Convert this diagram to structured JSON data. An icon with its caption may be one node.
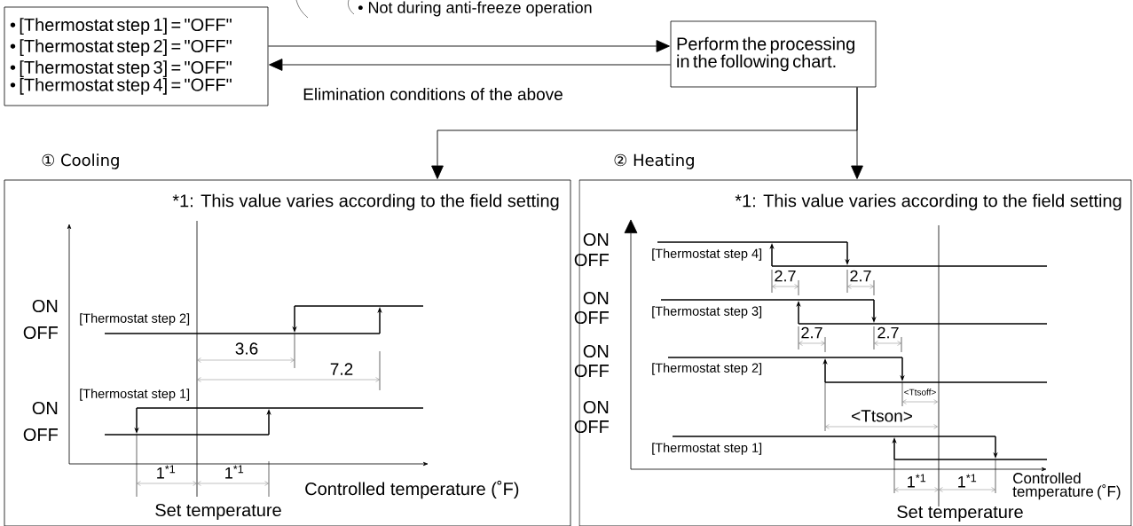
{
  "diagram": {
    "nodes": [
      {
        "text": [
          "• [Thermostat step 1] = \"OFF\"",
          "• [Thermostat step 2] = \"OFF\"",
          "• [Thermostat step 3] = \"OFF\"",
          "• [Thermostat step 4] = \"OFF\""
        ]
      },
      {
        "text": [
          "Perform the processing in the following chart."
        ]
      },
      {
        "text": [
          "① Cooling",
          "*1: This value varies according to the field setting"
        ]
      },
      {
        "text": [
          "② Heating",
          "*1: This value varies according to the field setting"
        ]
      }
    ],
    "edges": [
      {
        "from": 0,
        "to": 1,
        "arrow": "to"
      },
      {
        "from": 1,
        "to": 0,
        "arrow": "to",
        "label": "Elimination conditions of the above"
      },
      {
        "from": 1,
        "to": 2,
        "arrow": "to"
      },
      {
        "from": 1,
        "to": 3,
        "arrow": "to"
      }
    ],
    "labels": [
      "• Not during anti-freeze operation",
      "ON",
      "OFF",
      "[Thermostat step 2]",
      "3.6",
      "7.2",
      "[Thermostat step 1]",
      "ON",
      "OFF",
      "1$^{*1}$",
      "1$^{*1}$",
      "Controlled temperature (˚F)",
      "Set temperature",
      "ON",
      "OFF",
      "[Thermostat step 4]",
      "2.7",
      "2.7",
      "ON",
      "OFF",
      "[Thermostat step 3]",
      "2.7",
      "2.7",
      "ON",
      "OFF",
      "[Thermostat step 2]",
      "<Ttsoff>",
      "<Ttson>",
      "ON",
      "OFF",
      "[Thermostat step 1]",
      "1$^{*1}$",
      "1$^{*1}$",
      "Controlled temperature (˚F)",
      "Set temperature"
    ]
  }
}
